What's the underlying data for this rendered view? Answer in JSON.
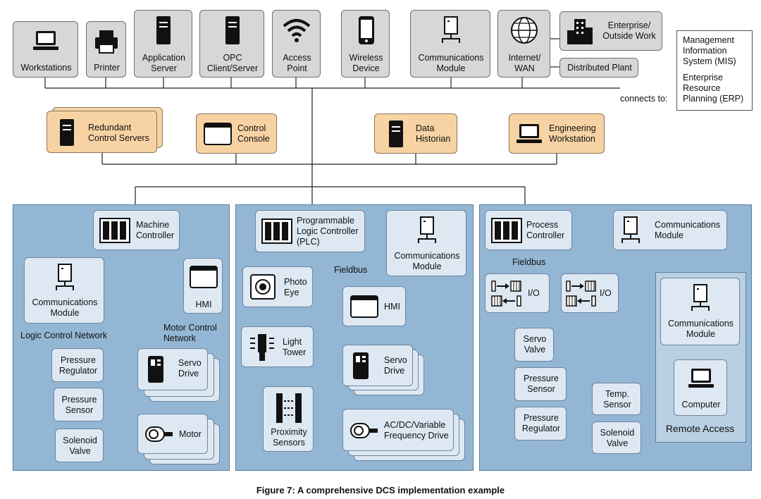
{
  "caption": "Figure 7: A comprehensive DCS implementation example",
  "top_row": {
    "workstations": "Workstations",
    "printer": "Printer",
    "application_server": "Application\nServer",
    "opc": "OPC\nClient/Server",
    "access_point": "Access\nPoint",
    "wireless_device": "Wireless\nDevice",
    "communications_module": "Communications\nModule",
    "internet_wan": "Internet/\nWAN",
    "enterprise": "Enterprise/\nOutside Work",
    "distributed_plant": "Distributed Plant"
  },
  "connects_to": {
    "label": "connects to:",
    "mis": "Management\nInformation\nSystem (MIS)",
    "erp": "Enterprise\nResource\nPlanning (ERP)"
  },
  "middle_row": {
    "redundant": "Redundant\nControl Servers",
    "console": "Control\nConsole",
    "historian": "Data\nHistorian",
    "engineering": "Engineering\nWorkstation"
  },
  "panel_left": {
    "machine_controller": "Machine\nController",
    "comm_module": "Communications\nModule",
    "hmi": "HMI",
    "logic_network": "Logic Control Network",
    "motor_network": "Motor Control\nNetwork",
    "pressure_regulator": "Pressure\nRegulator",
    "pressure_sensor": "Pressure\nSensor",
    "solenoid_valve": "Solenoid\nValve",
    "servo_drive": "Servo\nDrive",
    "motor": "Motor"
  },
  "panel_mid": {
    "plc": "Programmable\nLogic Controller\n(PLC)",
    "comm_module": "Communications\nModule",
    "fieldbus": "Fieldbus",
    "photo_eye": "Photo\nEye",
    "hmi": "HMI",
    "light_tower": "Light\nTower",
    "servo_drive": "Servo\nDrive",
    "proximity": "Proximity\nSensors",
    "vfd": "AC/DC/Variable\nFrequency Drive"
  },
  "panel_right": {
    "process_controller": "Process\nController",
    "comm_module": "Communications\nModule",
    "fieldbus": "Fieldbus",
    "io1": "I/O",
    "io2": "I/O",
    "servo_valve": "Servo\nValve",
    "pressure_sensor": "Pressure\nSensor",
    "pressure_regulator": "Pressure\nRegulator",
    "temp_sensor": "Temp.\nSensor",
    "solenoid_valve": "Solenoid\nValve",
    "remote_comm": "Communications\nModule",
    "computer": "Computer",
    "remote_access": "Remote Access"
  },
  "colors": {
    "panel": "#93b6d4",
    "device_blue": "#dde8f3",
    "device_grey": "#d7d7d7",
    "device_orange": "#f7d3a4"
  }
}
